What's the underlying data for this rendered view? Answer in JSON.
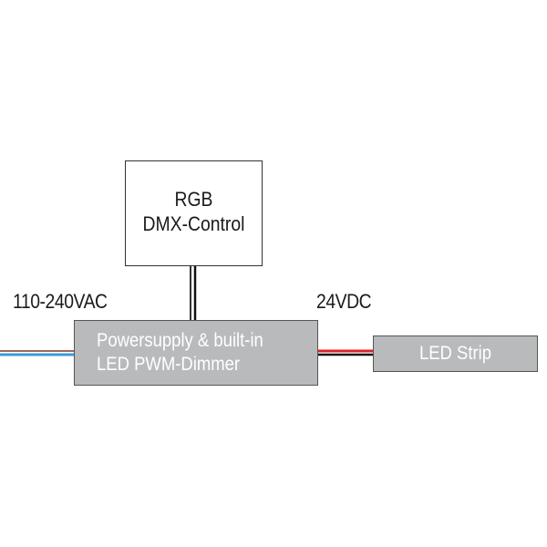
{
  "diagram": {
    "control_box": {
      "line1": "RGB",
      "line2": "DMX-Control"
    },
    "power_supply": {
      "line1": "Powersupply & built-in",
      "line2": "LED PWM-Dimmer"
    },
    "led_strip": {
      "label": "LED Strip"
    },
    "input_label": "110-240VAC",
    "output_label": "24VDC",
    "wire_colors": {
      "ac_brown": "#a0685a",
      "ac_blue": "#3a9ad9",
      "dc_red": "#e0202a",
      "dc_black": "#111111",
      "control": "#222222"
    },
    "connections": [
      {
        "from": "mains",
        "to": "power_supply",
        "label": "110-240VAC"
      },
      {
        "from": "control_box",
        "to": "power_supply"
      },
      {
        "from": "power_supply",
        "to": "led_strip",
        "label": "24VDC"
      }
    ]
  }
}
